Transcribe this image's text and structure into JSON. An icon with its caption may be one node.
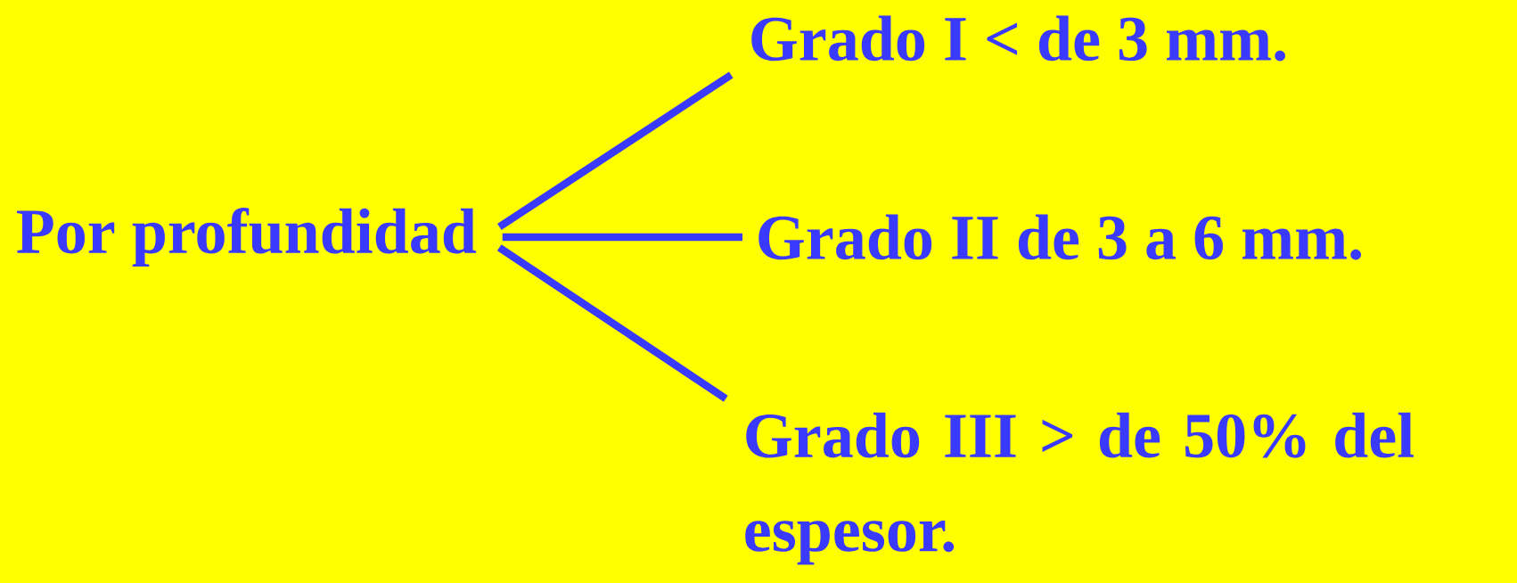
{
  "diagram": {
    "nodes": [
      {
        "text": [
          "Por profundidad"
        ]
      },
      {
        "text": [
          "Grado I < de 3 mm."
        ]
      },
      {
        "text": [
          "Grado II de 3 a 6 mm."
        ]
      },
      {
        "text": [
          "Grado III > de 50% del espesor."
        ]
      }
    ],
    "edges": [
      {
        "from": 0,
        "to": 1,
        "arrow": "none"
      },
      {
        "from": 0,
        "to": 2,
        "arrow": "none"
      },
      {
        "from": 0,
        "to": 3,
        "arrow": "none"
      }
    ]
  }
}
